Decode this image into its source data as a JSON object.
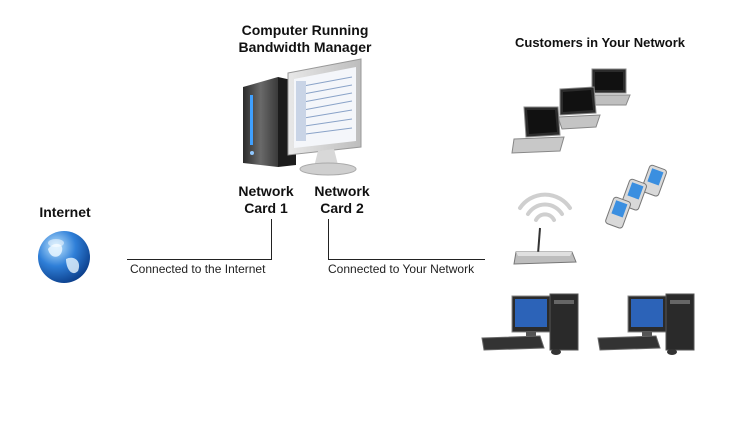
{
  "title": {
    "line1": "Computer Running",
    "line2": "Bandwidth Manager"
  },
  "customers_label": "Customers in Your Network",
  "internet_label": "Internet",
  "card1": {
    "line1": "Network",
    "line2": "Card 1"
  },
  "card2": {
    "line1": "Network",
    "line2": "Card 2"
  },
  "conn_internet": "Connected to the Internet",
  "conn_network": "Connected to Your Network",
  "icons": {
    "server": "computer-with-monitor-icon",
    "globe": "globe-icon",
    "laptops": "laptop-icon",
    "pdas": "pda-icon",
    "router": "wireless-router-icon",
    "desktops": "desktop-computer-icon"
  },
  "colors": {
    "line": "#222222",
    "globe": "#2f7fd8"
  }
}
